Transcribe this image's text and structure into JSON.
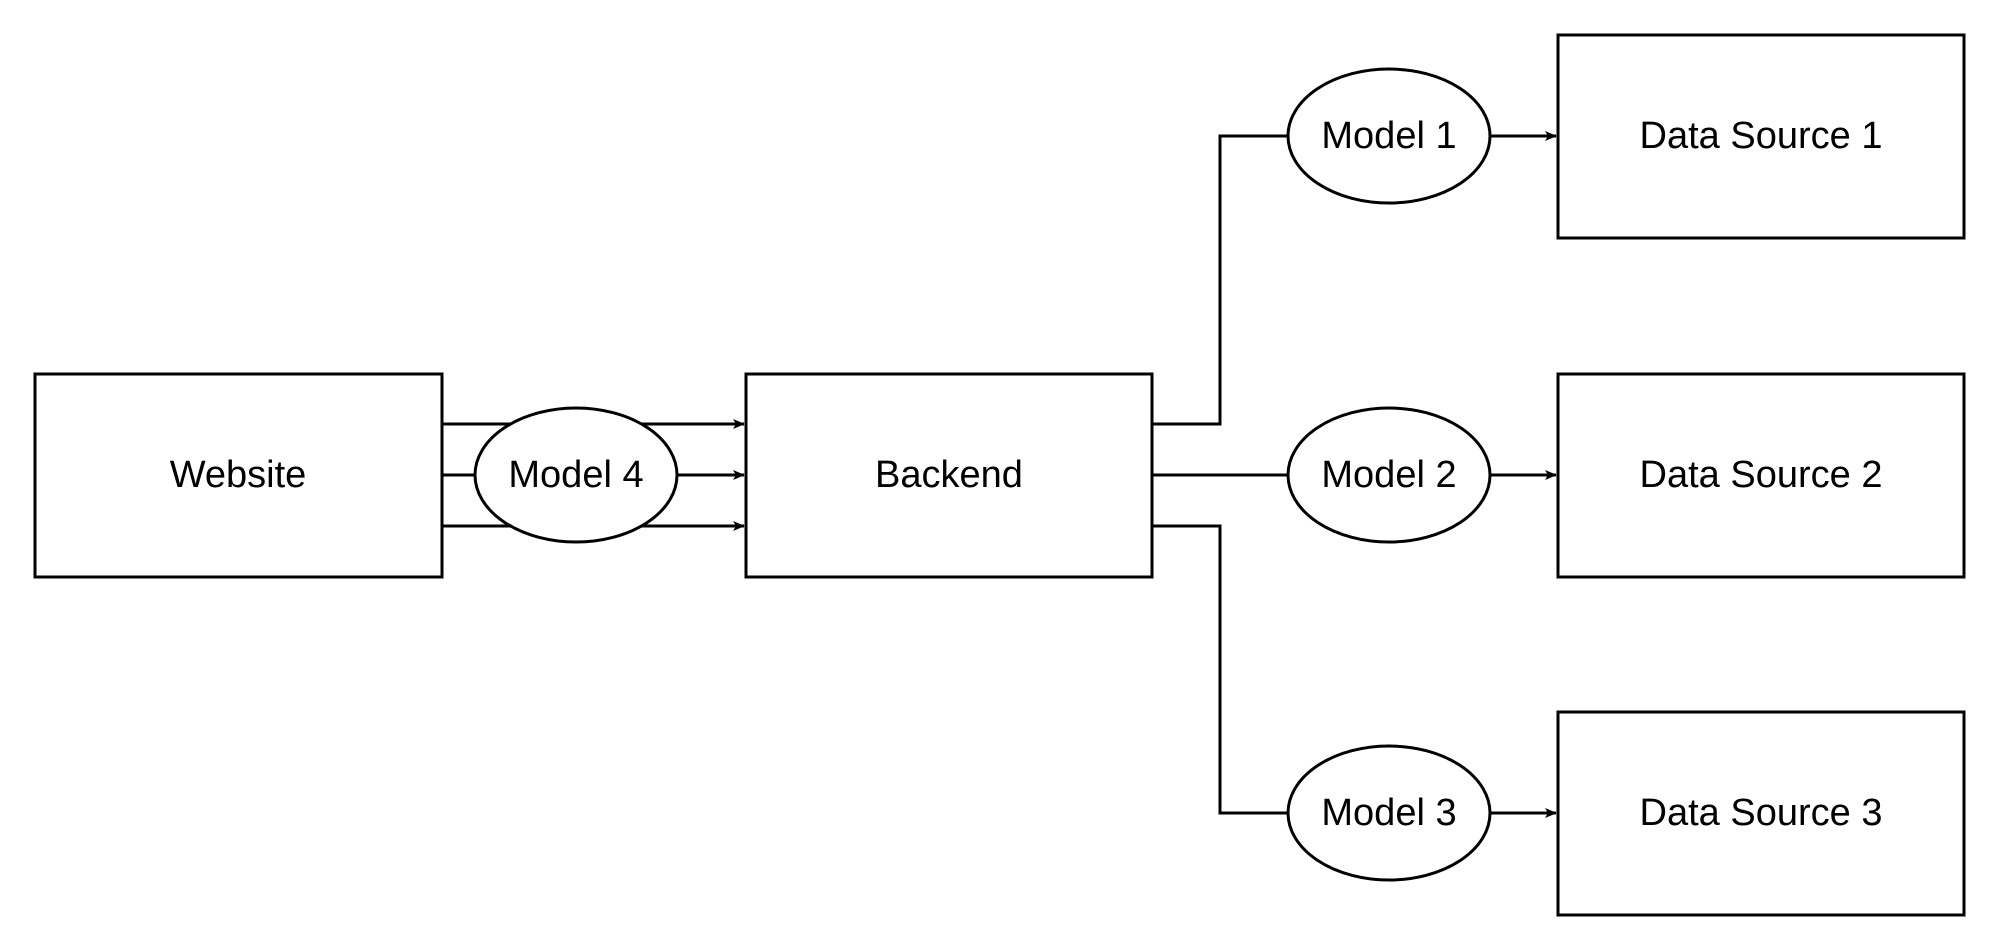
{
  "diagram": {
    "nodes": {
      "website": {
        "label": "Website",
        "shape": "rectangle"
      },
      "model4": {
        "label": "Model 4",
        "shape": "ellipse"
      },
      "backend": {
        "label": "Backend",
        "shape": "rectangle"
      },
      "model1": {
        "label": "Model 1",
        "shape": "ellipse"
      },
      "model2": {
        "label": "Model 2",
        "shape": "ellipse"
      },
      "model3": {
        "label": "Model 3",
        "shape": "ellipse"
      },
      "source1": {
        "label": "Data Source 1",
        "shape": "rectangle"
      },
      "source2": {
        "label": "Data Source 2",
        "shape": "rectangle"
      },
      "source3": {
        "label": "Data Source 3",
        "shape": "rectangle"
      }
    },
    "edges": [
      {
        "from": "website",
        "to": "backend",
        "via": "model4",
        "arrow": true
      },
      {
        "from": "website",
        "to": "backend",
        "via": "model4",
        "arrow": true
      },
      {
        "from": "website",
        "to": "backend",
        "via": "model4",
        "arrow": true
      },
      {
        "from": "backend",
        "to": "model1",
        "arrow": false
      },
      {
        "from": "backend",
        "to": "model2",
        "arrow": false
      },
      {
        "from": "backend",
        "to": "model3",
        "arrow": false
      },
      {
        "from": "model1",
        "to": "source1",
        "arrow": true
      },
      {
        "from": "model2",
        "to": "source2",
        "arrow": true
      },
      {
        "from": "model3",
        "to": "source3",
        "arrow": true
      }
    ],
    "colors": {
      "stroke": "#000000",
      "fill": "#ffffff"
    }
  }
}
